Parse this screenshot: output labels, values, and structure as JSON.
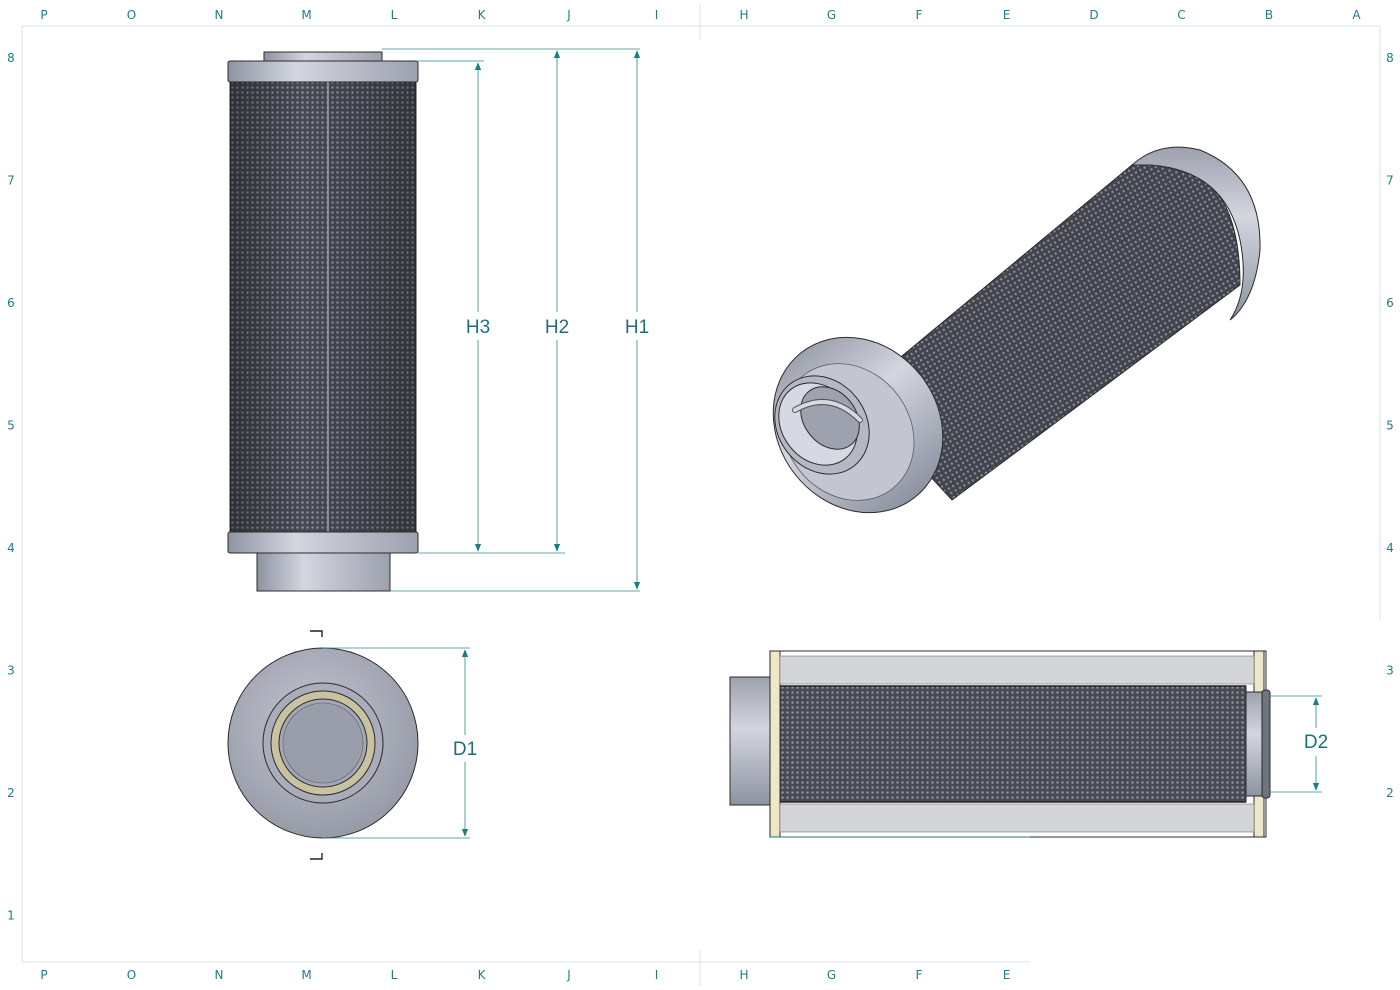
{
  "sheet": {
    "zone_letters_top": [
      "P",
      "O",
      "N",
      "M",
      "L",
      "K",
      "J",
      "I",
      "H",
      "G",
      "F",
      "E",
      "D",
      "C",
      "B",
      "A"
    ],
    "zone_letters_bottom": [
      "P",
      "O",
      "N",
      "M",
      "L",
      "K",
      "J",
      "I",
      "H",
      "G",
      "F",
      "E"
    ],
    "zone_numbers": [
      "8",
      "7",
      "6",
      "5",
      "4",
      "3",
      "2",
      "1"
    ]
  },
  "dimensions": {
    "h1": "H1",
    "h2": "H2",
    "h3": "H3",
    "d1": "D1",
    "d2": "D2"
  },
  "colors": {
    "accent": "#2a8c8c",
    "mesh_dark": "#3a3d44",
    "end_cap": "#b8bcc8",
    "seal_ring": "#c8c2a0"
  }
}
